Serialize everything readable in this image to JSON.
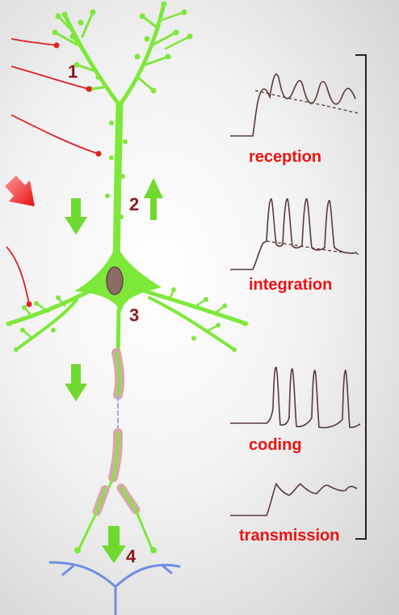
{
  "numbers": {
    "n1": "1",
    "n2": "2",
    "n3": "3",
    "n4": "4"
  },
  "stages": {
    "reception": "reception",
    "integration": "integration",
    "coding": "coding",
    "transmission": "transmission"
  },
  "colors": {
    "neuron": "#7ee83a",
    "input_axon": "#dd2222",
    "flow_arrow": "#6fd92f",
    "target_dendrite": "#6f8fe0",
    "myelin": "#d6a8a8",
    "nucleus": "#8a6e66",
    "trace": "#5a3a3a",
    "label": "#ee1111",
    "number": "#8b1a1a"
  }
}
